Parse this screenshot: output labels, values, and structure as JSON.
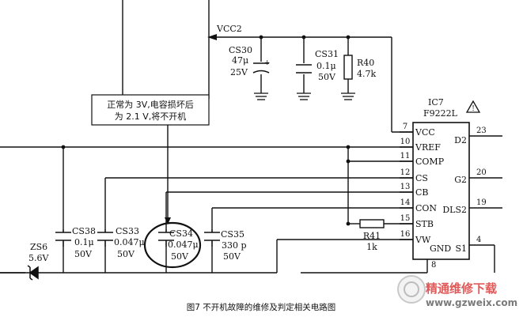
{
  "supply": {
    "vcc": "VCC2"
  },
  "components": {
    "cs30": {
      "ref": "CS30",
      "value": "47μ",
      "voltage": "25V",
      "polarity": "+"
    },
    "cs31": {
      "ref": "CS31",
      "value": "0.1μ",
      "voltage": "50V"
    },
    "r40": {
      "ref": "R40",
      "value": "4.7k"
    },
    "cs38": {
      "ref": "CS38",
      "value": "0.1μ",
      "voltage": "50V"
    },
    "cs33": {
      "ref": "CS33",
      "value": "0.047μ",
      "voltage": "50V"
    },
    "cs34": {
      "ref": "CS34",
      "value": "0.047μ",
      "voltage": "50V"
    },
    "cs35": {
      "ref": "CS35",
      "value": "330 p",
      "voltage": "50V"
    },
    "r41": {
      "ref": "R41",
      "value": "1k"
    },
    "zs6": {
      "ref": "ZS6",
      "value": "5.6V"
    }
  },
  "ic": {
    "ref": "IC7",
    "part": "F9222L",
    "warning_mark": "!",
    "left_pins": [
      {
        "num": "7",
        "name": "VCC"
      },
      {
        "num": "10",
        "name": "VREF"
      },
      {
        "num": "11",
        "name": "COMP"
      },
      {
        "num": "12",
        "name": "CS"
      },
      {
        "num": "13",
        "name": "CB"
      },
      {
        "num": "14",
        "name": "CON"
      },
      {
        "num": "15",
        "name": "STB"
      },
      {
        "num": "16",
        "name": "VW"
      }
    ],
    "right_pins": [
      {
        "num": "23",
        "name": "D2"
      },
      {
        "num": "20",
        "name": "G2"
      },
      {
        "num": "19",
        "name": "DLS2"
      },
      {
        "num": "4",
        "name": "S1"
      }
    ],
    "bottom_pin": {
      "num": "8",
      "name": "GND"
    }
  },
  "annotation": {
    "line1": "正常为 3V,电容损坏后",
    "line2": "为 2.1  V,将不开机"
  },
  "caption": "图7  不开机故障的维修及判定相关电路图",
  "watermark": {
    "text": "精通维修下载",
    "url": "www.gzweix.com"
  }
}
